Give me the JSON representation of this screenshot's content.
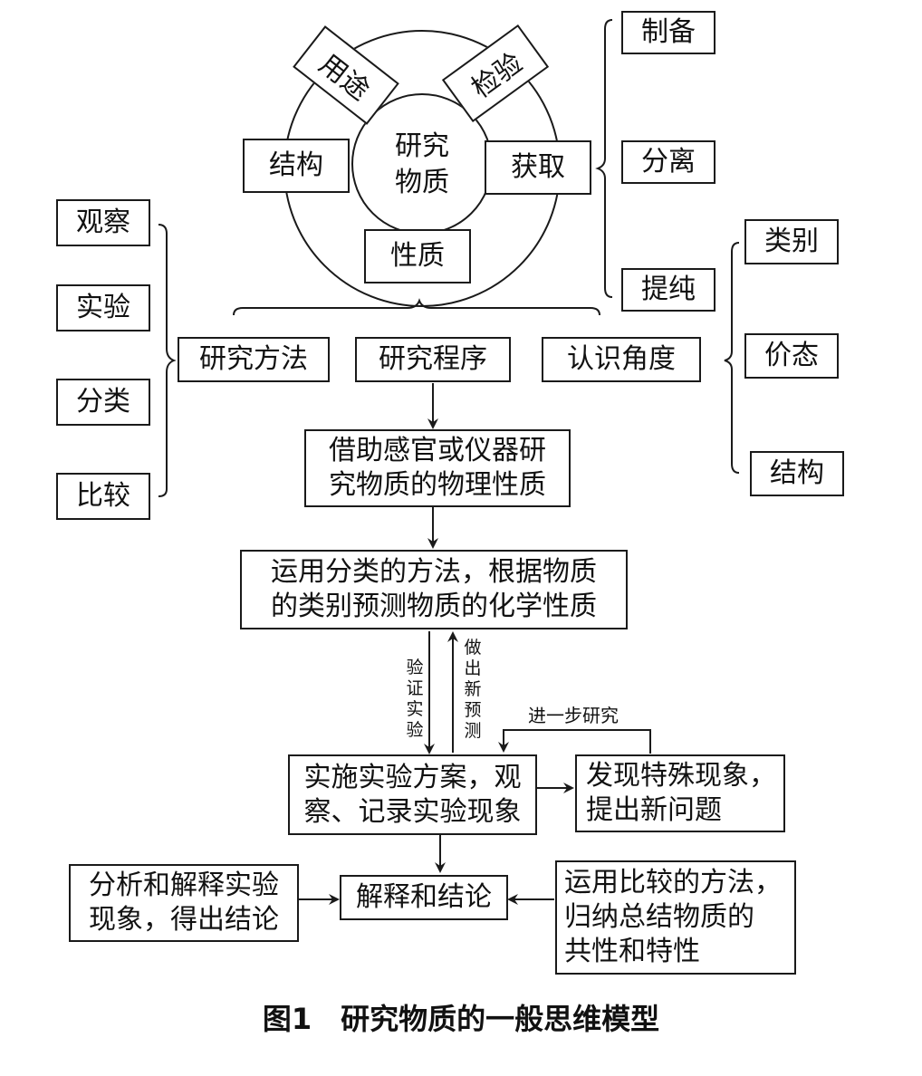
{
  "center": "研究\n物质",
  "ring": {
    "uses": "用途",
    "test": "检验",
    "structure": "结构",
    "obtain": "获取",
    "property": "性质"
  },
  "obtain_methods": [
    "制备",
    "分离",
    "提纯"
  ],
  "research_methods": [
    "观察",
    "实验",
    "分类",
    "比较"
  ],
  "perspectives": [
    "类别",
    "价态",
    "结构"
  ],
  "top_row": {
    "method": "研究方法",
    "procedure": "研究程序",
    "perspective": "认识角度"
  },
  "steps": {
    "physical": "借助感官或仪器研\n究物质的物理性质",
    "predict": "运用分类的方法，根据物质\n的类别预测物质的化学性质",
    "experiment": "实施实验方案，观\n察、记录实验现象",
    "conclusion": "解释和结论"
  },
  "side_boxes": {
    "discover": "发现特殊现象，\n提出新问题",
    "analyze": "分析和解释实验\n现象，得出结论",
    "compare": "运用比较的方法，\n归纳总结物质的\n共性和特性"
  },
  "labels": {
    "verify": "验证实验",
    "new_prediction": "做出新预测",
    "further": "进一步研究"
  },
  "caption": "图1　研究物质的一般思维模型"
}
